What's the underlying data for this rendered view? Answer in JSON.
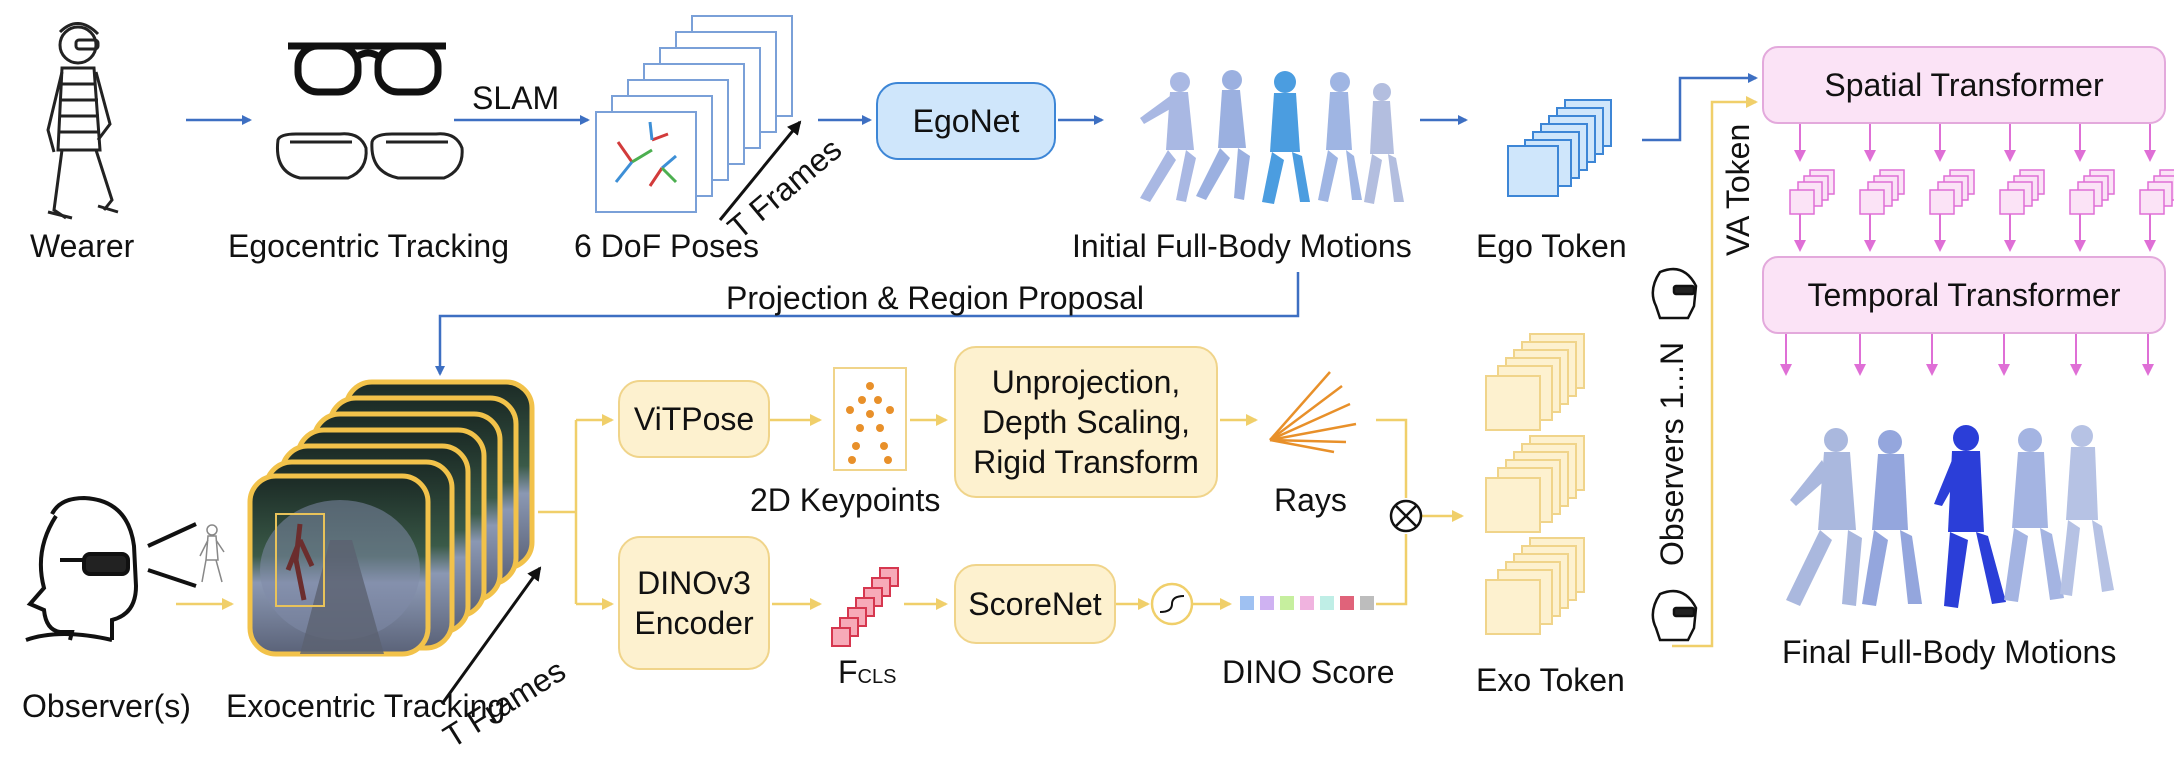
{
  "top_row": {
    "wearer": "Wearer",
    "egocentric_tracking": "Egocentric Tracking",
    "slam": "SLAM",
    "poses": "6 DoF Poses",
    "t_frames_top": "T Frames",
    "egonet": "EgoNet",
    "initial_motions": "Initial Full-Body Motions",
    "ego_token": "Ego Token"
  },
  "projection": "Projection & Region Proposal",
  "bottom_row": {
    "observer": "Observer(s)",
    "exocentric_tracking": "Exocentric Tracking",
    "t_frames_bottom": "T Frames",
    "vitpose": "ViTPose",
    "keypoints": "2D Keypoints",
    "unprojection": [
      "Unprojection,",
      "Depth Scaling,",
      "Rigid Transform"
    ],
    "rays": "Rays",
    "dino_encoder": [
      "DINOv3",
      "Encoder"
    ],
    "fcls_main": "F",
    "fcls_sub": "CLS",
    "scorenet": "ScoreNet",
    "dino_score": "DINO Score",
    "exo_token": "Exo Token"
  },
  "right_panel": {
    "spatial_transformer": "Spatial Transformer",
    "temporal_transformer": "Temporal Transformer",
    "va_token": "VA Token",
    "observers": "Observers 1...N",
    "final_motions": "Final Full-Body Motions"
  },
  "colors": {
    "blue_arrow": "#3d6fc2",
    "yellow_arrow": "#f0cf6a",
    "pink_arrow": "#df6fd6",
    "box_yellow": "#fdf1cf",
    "box_blue": "#cfe6fb",
    "box_pink": "#fbe3f6",
    "frame_border": "#f2c24a"
  }
}
